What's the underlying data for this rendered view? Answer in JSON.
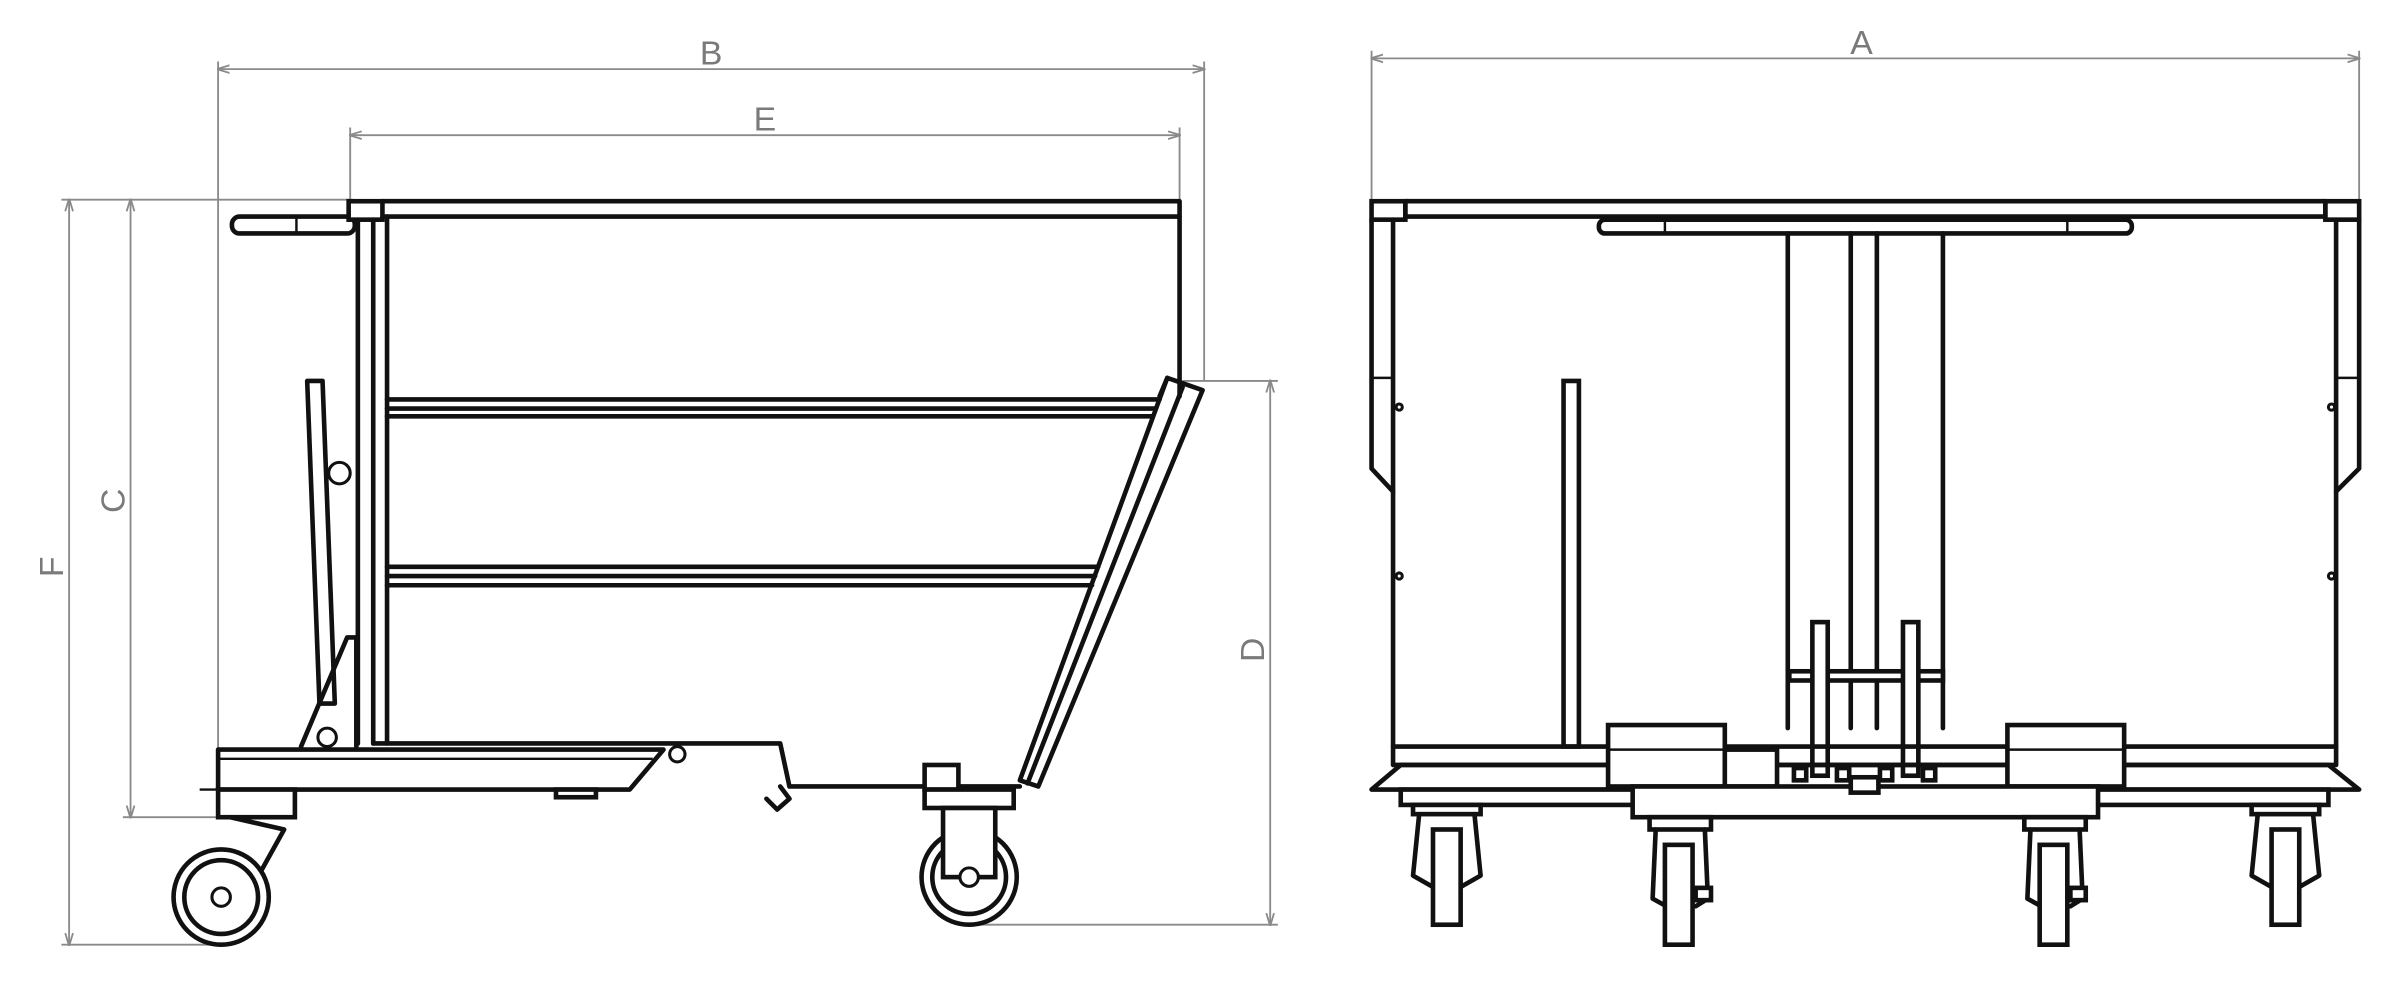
{
  "dimensions": {
    "A": "A",
    "B": "B",
    "C": "C",
    "D": "D",
    "E": "E",
    "F": "F"
  }
}
